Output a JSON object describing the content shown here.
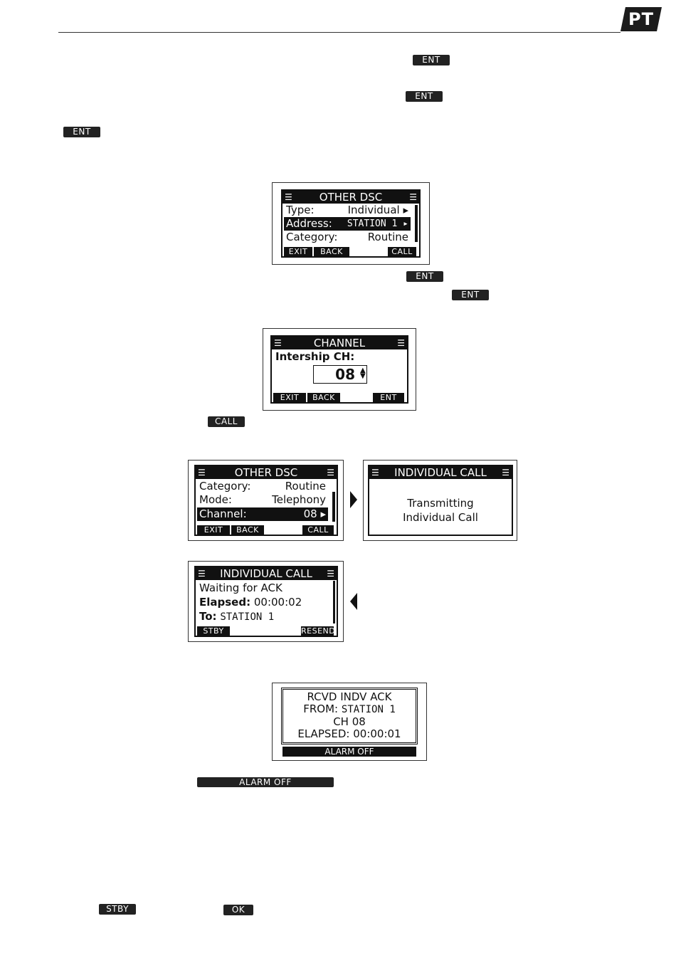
{
  "header": {
    "lang_badge": "PT"
  },
  "keys": {
    "ent_1": "ENT",
    "ent_2": "ENT",
    "ent_3": "ENT",
    "ent_4": "ENT",
    "ent_5": "ENT",
    "call": "CALL",
    "alarm_off": "ALARM OFF",
    "stby": "STBY",
    "ok": "OK"
  },
  "screen_other_dsc_1": {
    "title": "OTHER DSC",
    "rows": [
      {
        "label": "Type:",
        "value": "Individual"
      },
      {
        "label": "Address:",
        "value": "STATION 1"
      },
      {
        "label": "Category:",
        "value": "Routine"
      }
    ],
    "soft_exit": "EXIT",
    "soft_back": "BACK",
    "soft_call": "CALL"
  },
  "screen_channel": {
    "title": "CHANNEL",
    "label": "Intership CH:",
    "value": "08",
    "soft_exit": "EXIT",
    "soft_back": "BACK",
    "soft_ent": "ENT"
  },
  "screen_other_dsc_2": {
    "title": "OTHER DSC",
    "rows": [
      {
        "label": "Category:",
        "value": "Routine"
      },
      {
        "label": "Mode:",
        "value": "Telephony"
      },
      {
        "label": "Channel:",
        "value": "08"
      }
    ],
    "soft_exit": "EXIT",
    "soft_back": "BACK",
    "soft_call": "CALL"
  },
  "screen_indv_call_tx": {
    "title": "INDIVIDUAL CALL",
    "line1": "Transmitting",
    "line2": "Individual Call"
  },
  "screen_indv_call_wait": {
    "title": "INDIVIDUAL CALL",
    "line1": "Waiting for ACK",
    "elapsed_label": "Elapsed:",
    "elapsed_value": "00:00:02",
    "to_label": "To:",
    "to_value": "STATION 1",
    "soft_stby": "STBY",
    "soft_resend": "RESEND"
  },
  "screen_rcvd_ack": {
    "line1": "RCVD INDV ACK",
    "from_label": "FROM:",
    "from_value": "STATION 1",
    "ch": "CH 08",
    "elapsed": "ELAPSED: 00:00:01",
    "soft_alarm": "ALARM OFF"
  }
}
